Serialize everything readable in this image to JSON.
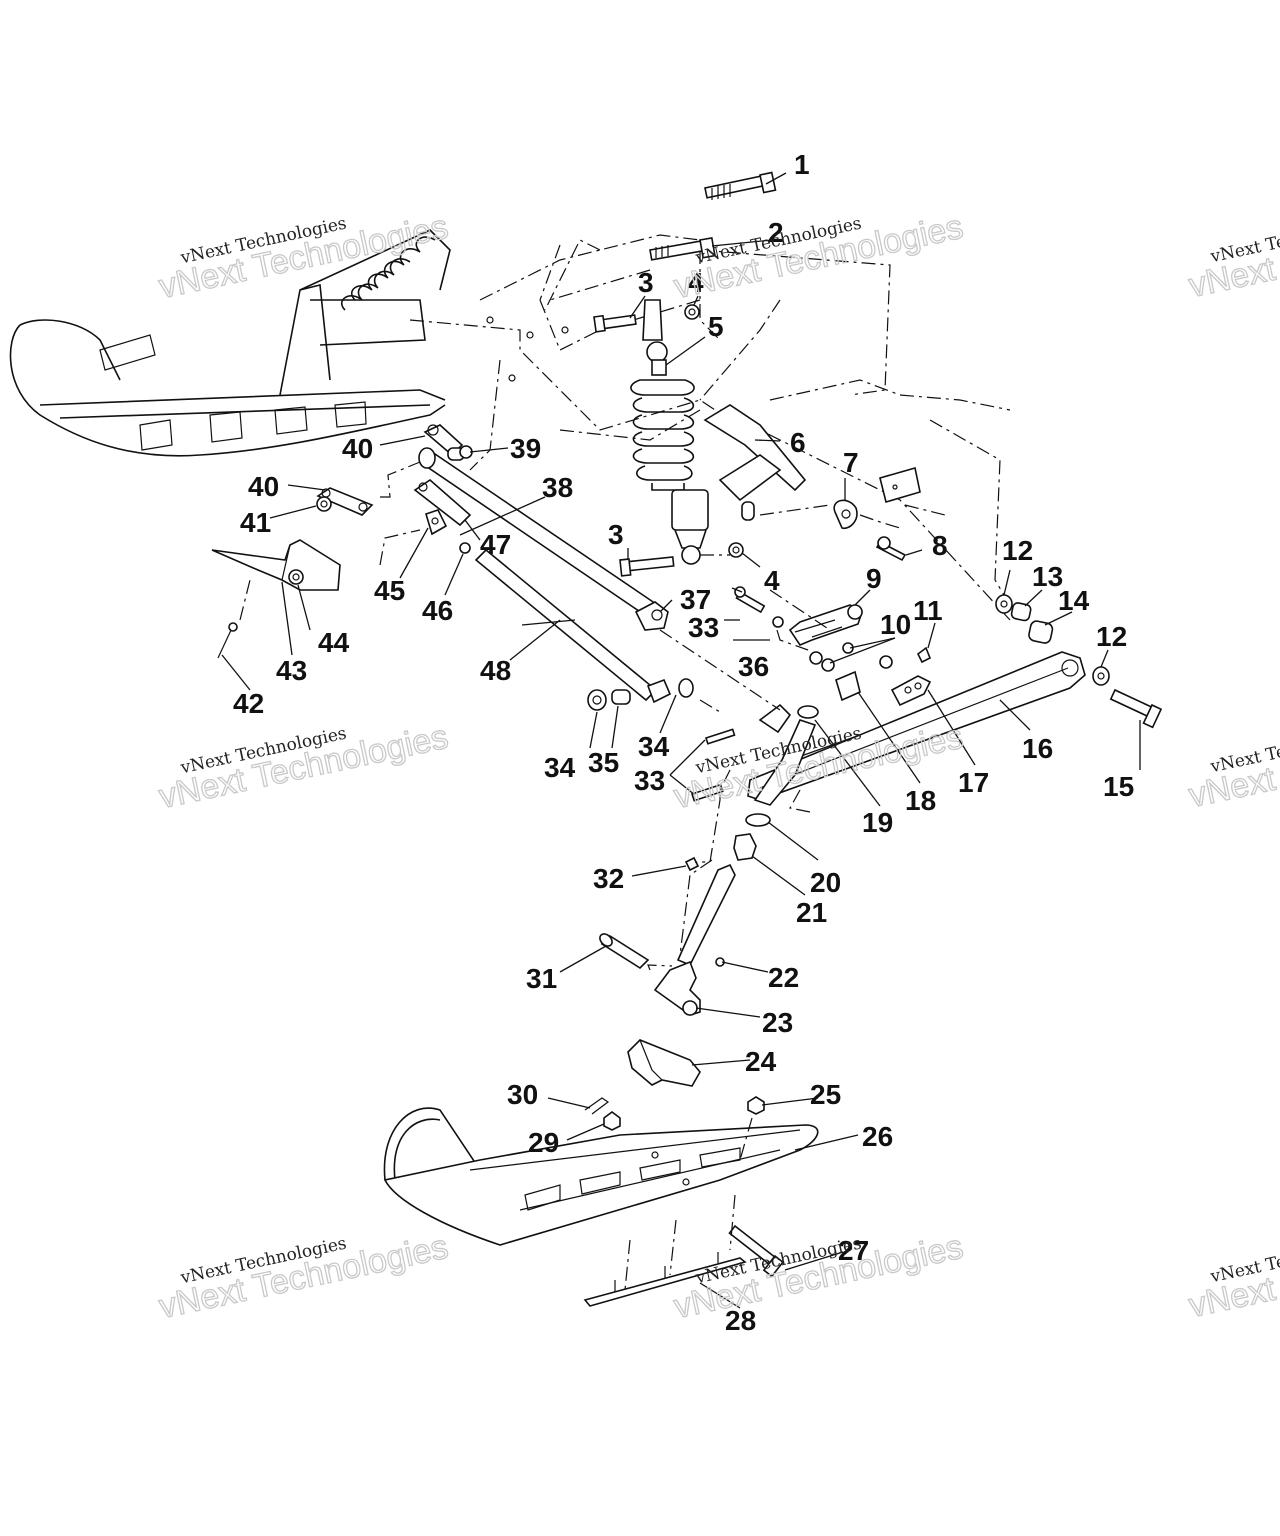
{
  "diagram": {
    "callouts": [
      "1",
      "2",
      "3",
      "4",
      "5",
      "6",
      "7",
      "8",
      "9",
      "10",
      "11",
      "12",
      "13",
      "14",
      "12",
      "15",
      "16",
      "17",
      "18",
      "19",
      "20",
      "21",
      "22",
      "23",
      "24",
      "25",
      "26",
      "27",
      "28",
      "29",
      "30",
      "31",
      "32",
      "33",
      "33",
      "34",
      "35",
      "34",
      "36",
      "37",
      "38",
      "39",
      "40",
      "40",
      "41",
      "42",
      "43",
      "44",
      "45",
      "46",
      "47",
      "48",
      "3",
      "4"
    ]
  },
  "watermark": {
    "line1": "vNext Technologies",
    "line2": "vNext Technologies"
  }
}
